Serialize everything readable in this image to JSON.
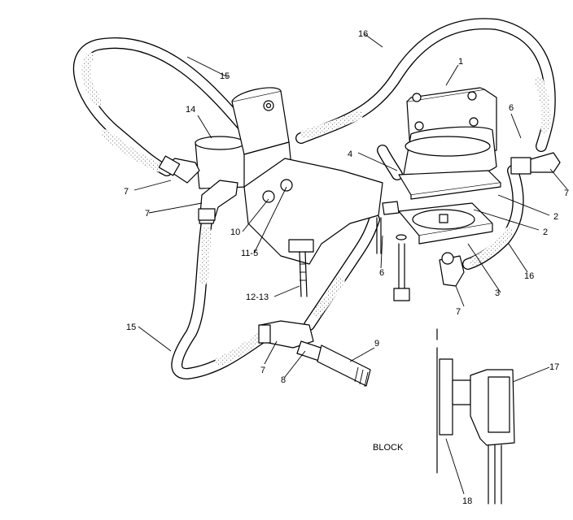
{
  "callouts": {
    "c1": "1",
    "c2a": "2",
    "c2b": "2",
    "c3": "3",
    "c4": "4",
    "c6a": "6",
    "c6b": "6",
    "c7a": "7",
    "c7b": "7",
    "c7c": "7",
    "c7d": "7",
    "c7e": "7",
    "c8": "8",
    "c9": "9",
    "c10": "10",
    "c11_5": "11-5",
    "c12_13": "12-13",
    "c14": "14",
    "c15a": "15",
    "c15b": "15",
    "c16a": "16",
    "c16b": "16",
    "c17": "17",
    "c18": "18"
  },
  "inset_label": "BLOCK"
}
